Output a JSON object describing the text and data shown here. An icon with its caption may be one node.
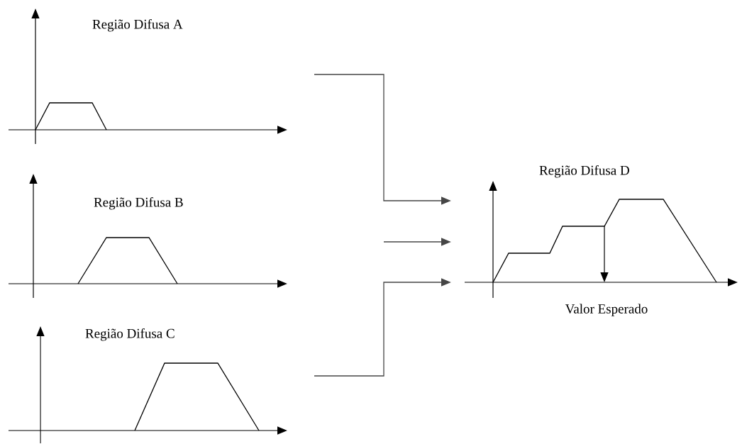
{
  "diagram": {
    "nodes": [
      {
        "text": [
          "Região Difusa A"
        ]
      },
      {
        "text": [
          "Região Difusa B"
        ]
      },
      {
        "text": [
          "Região Difusa C"
        ]
      },
      {
        "text": [
          "Região Difusa D"
        ],
        "beside": [
          "Valor Esperado"
        ]
      }
    ],
    "edges": [
      {
        "from": 0,
        "to": 3,
        "arrow": "to"
      },
      {
        "from": null,
        "to": 3,
        "arrow": "to"
      },
      {
        "from": 2,
        "to": 3,
        "arrow": "to"
      }
    ]
  }
}
